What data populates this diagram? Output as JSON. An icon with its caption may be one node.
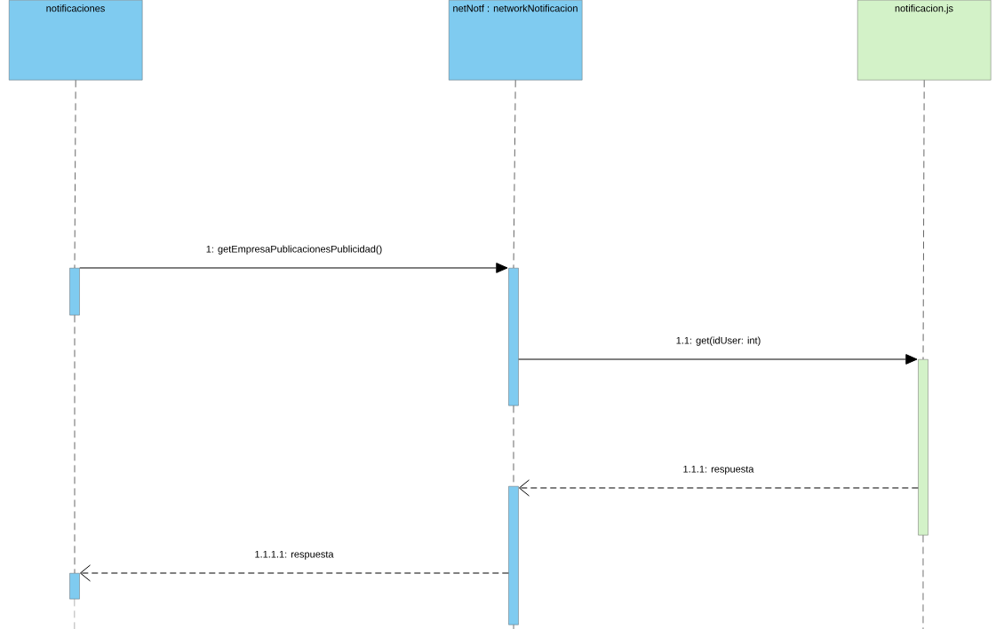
{
  "diagram": {
    "nodes": [
      {
        "text": [
          "notificaciones"
        ]
      },
      {
        "text": [
          "netNotf : networkNotificacion"
        ]
      },
      {
        "text": [
          "notificacion.js"
        ]
      },
      {
        "text": [],
        "shape": "bar"
      },
      {
        "text": [],
        "shape": "bar"
      },
      {
        "text": [],
        "shape": "bar"
      },
      {
        "text": [],
        "shape": "bar"
      },
      {
        "text": [],
        "shape": "bar"
      }
    ],
    "edges": [
      {
        "from": 3,
        "to": 4,
        "arrow": "to",
        "label": "1: getEmpresaPublicacionesPublicidad()"
      },
      {
        "from": 4,
        "to": 5,
        "arrow": "to",
        "label": "1.1: get(idUser: int)"
      },
      {
        "from": 5,
        "to": 6,
        "arrow": "to",
        "label": "1.1.1: respuesta",
        "style": "dashed"
      },
      {
        "from": 6,
        "to": 7,
        "arrow": "to",
        "label": "1.1.1.1: respuesta",
        "style": "dashed"
      },
      {
        "from": 0,
        "to": 3,
        "arrow": "none",
        "style": "dashed"
      },
      {
        "from": 3,
        "to": 7,
        "arrow": "none",
        "style": "dashed"
      },
      {
        "from": 7,
        "to": null,
        "arrow": "none",
        "style": "dashed"
      },
      {
        "from": 1,
        "to": 4,
        "arrow": "none",
        "style": "dashed"
      },
      {
        "from": 4,
        "to": 6,
        "arrow": "none",
        "style": "dashed"
      },
      {
        "from": 6,
        "to": null,
        "arrow": "none",
        "style": "dashed"
      },
      {
        "from": 2,
        "to": 5,
        "arrow": "none",
        "style": "dashed"
      },
      {
        "from": 5,
        "to": null,
        "arrow": "none",
        "style": "dashed"
      }
    ]
  }
}
